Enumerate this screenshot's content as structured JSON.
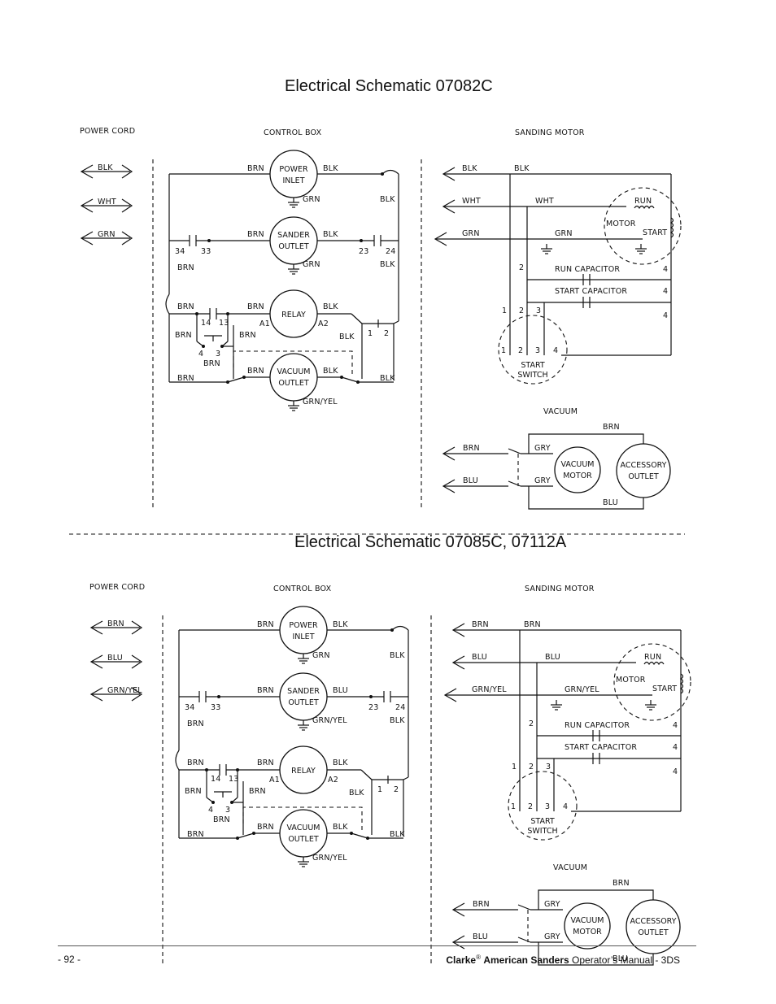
{
  "schematics": [
    {
      "title": "Electrical Schematic 07082C",
      "sections": {
        "power_cord": "POWER CORD",
        "control_box": "CONTROL BOX",
        "sanding_motor": "SANDING MOTOR"
      },
      "cord": [
        "BLK",
        "WHT",
        "GRN"
      ],
      "labels": {
        "pi_left": "BRN",
        "pi_right": "BLK",
        "pi_name1": "POWER",
        "pi_name2": "INLET",
        "pi_gnd": "GRN",
        "pi_down": "BLK",
        "so_left": "BRN",
        "so_right": "BLK",
        "so_name1": "SANDER",
        "so_name2": "OUTLET",
        "so_gnd": "GRN",
        "so_down": "BLK",
        "t34": "34",
        "t33": "33",
        "t23": "23",
        "t24": "24",
        "brn_left": "BRN",
        "r_left": "BRN",
        "r_mid": "BRN",
        "r_right": "BLK",
        "r_name": "RELAY",
        "a1": "A1",
        "a2": "A2",
        "t14": "14",
        "t13": "13",
        "brn_a": "BRN",
        "brn_b": "BRN",
        "blk_sw": "BLK",
        "s1": "1",
        "s2": "2",
        "t4": "4",
        "t3": "3",
        "brn_c": "BRN",
        "v_left": "BRN",
        "v_mid": "BRN",
        "v_right": "BLK",
        "v_far": "BLK",
        "v_name1": "VACUUM",
        "v_name2": "OUTLET",
        "v_gnd": "GRN/YEL",
        "m_blk_l": "BLK",
        "m_blk_r": "BLK",
        "m_wht_l": "WHT",
        "m_wht_r": "WHT",
        "m_grn_l": "GRN",
        "m_grn_r": "GRN",
        "run": "RUN",
        "motor": "MOTOR",
        "start": "START",
        "run_cap": "RUN CAPACITOR",
        "start_cap": "START CAPACITOR",
        "n2": "2",
        "n4a": "4",
        "n4b": "4",
        "n4c": "4",
        "n1t": "1",
        "n2t": "2",
        "n3t": "3",
        "sw1": "1",
        "sw2": "2",
        "sw3": "3",
        "sw4": "4",
        "sw_name1": "START",
        "sw_name2": "SWITCH",
        "vacuum": "VACUUM",
        "vac_brn_top": "BRN",
        "vac_brn": "BRN",
        "vac_blu": "BLU",
        "gry1": "GRY",
        "gry2": "GRY",
        "vm1": "VACUUM",
        "vm2": "MOTOR",
        "ao1": "ACCESSORY",
        "ao2": "OUTLET",
        "vac_blu_bot": "BLU"
      }
    },
    {
      "title": "Electrical Schematic 07085C, 07112A",
      "sections": {
        "power_cord": "POWER CORD",
        "control_box": "CONTROL BOX",
        "sanding_motor": "SANDING MOTOR"
      },
      "cord": [
        "BRN",
        "BLU",
        "GRN/YEL"
      ],
      "labels": {
        "pi_left": "BRN",
        "pi_right": "BLK",
        "pi_name1": "POWER",
        "pi_name2": "INLET",
        "pi_gnd": "GRN",
        "pi_down": "BLK",
        "so_left": "BRN",
        "so_right": "BLU",
        "so_name1": "SANDER",
        "so_name2": "OUTLET",
        "so_gnd": "GRN/YEL",
        "so_down": "BLK",
        "t34": "34",
        "t33": "33",
        "t23": "23",
        "t24": "24",
        "brn_left": "BRN",
        "r_left": "BRN",
        "r_mid": "BRN",
        "r_right": "BLK",
        "r_name": "RELAY",
        "a1": "A1",
        "a2": "A2",
        "t14": "14",
        "t13": "13",
        "brn_a": "BRN",
        "brn_b": "BRN",
        "blk_sw": "BLK",
        "s1": "1",
        "s2": "2",
        "t4": "4",
        "t3": "3",
        "brn_c": "BRN",
        "v_left": "BRN",
        "v_mid": "BRN",
        "v_right": "BLK",
        "v_far": "BLK",
        "v_name1": "VACUUM",
        "v_name2": "OUTLET",
        "v_gnd": "GRN/YEL",
        "m_blk_l": "BRN",
        "m_blk_r": "BRN",
        "m_wht_l": "BLU",
        "m_wht_r": "BLU",
        "m_grn_l": "GRN/YEL",
        "m_grn_r": "GRN/YEL",
        "run": "RUN",
        "motor": "MOTOR",
        "start": "START",
        "run_cap": "RUN CAPACITOR",
        "start_cap": "START CAPACITOR",
        "n2": "2",
        "n4a": "4",
        "n4b": "4",
        "n4c": "4",
        "n1t": "1",
        "n2t": "2",
        "n3t": "3",
        "sw1": "1",
        "sw2": "2",
        "sw3": "3",
        "sw4": "4",
        "sw_name1": "START",
        "sw_name2": "SWITCH",
        "vacuum": "VACUUM",
        "vac_brn_top": "BRN",
        "vac_brn": "BRN",
        "vac_blu": "BLU",
        "gry1": "GRY",
        "gry2": "GRY",
        "vm1": "VACUUM",
        "vm2": "MOTOR",
        "ao1": "ACCESSORY",
        "ao2": "OUTLET",
        "vac_blu_bot": "BLU"
      }
    }
  ],
  "footer": {
    "page": "- 92 -",
    "brand": "Clarke",
    "reg": "®",
    "company": "American Sanders",
    "manual": "Operator’s Manual - 3DS"
  }
}
